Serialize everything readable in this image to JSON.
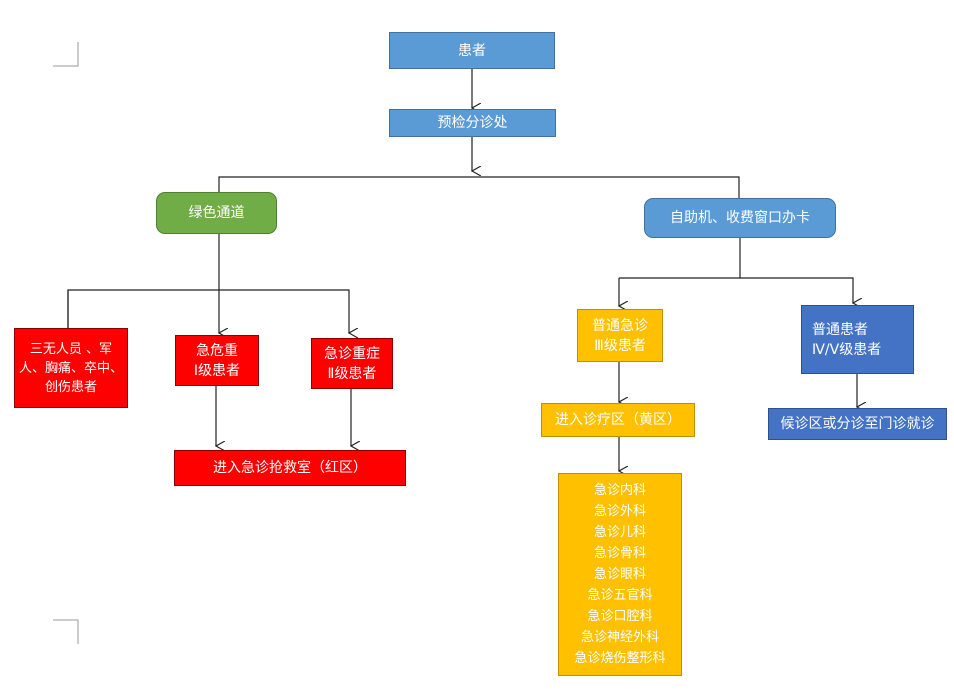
{
  "nodes": {
    "patient": "患者",
    "triage": "预检分诊处",
    "green_channel": "绿色通道",
    "self_service": "自助机、收费窗口办卡",
    "special_patients": [
      "三无人员 、军",
      "人、胸痛、卒中、",
      "创伤患者"
    ],
    "critical_level1": [
      "急危重",
      "Ⅰ级患者"
    ],
    "severe_level2": [
      "急诊重症",
      "Ⅱ级患者"
    ],
    "red_zone": "进入急诊抢救室（红区）",
    "normal_emergency": [
      "普通急诊",
      "Ⅲ级患者"
    ],
    "yellow_zone": "进入诊疗区（黄区）",
    "departments": [
      "急诊内科",
      "急诊外科",
      "急诊儿科",
      "急诊骨科",
      "急诊眼科",
      "急诊五官科",
      "急诊口腔科",
      "急诊神经外科",
      "急诊烧伤整形科"
    ],
    "general_patients": [
      "普通患者",
      "Ⅳ/Ⅴ级患者"
    ],
    "waiting_area": "候诊区或分诊至门诊就诊"
  },
  "colors": {
    "blue": "#5b9bd5",
    "green": "#70ad47",
    "red": "#ff0000",
    "yellow": "#ffc000",
    "navy": "#4472c4"
  }
}
